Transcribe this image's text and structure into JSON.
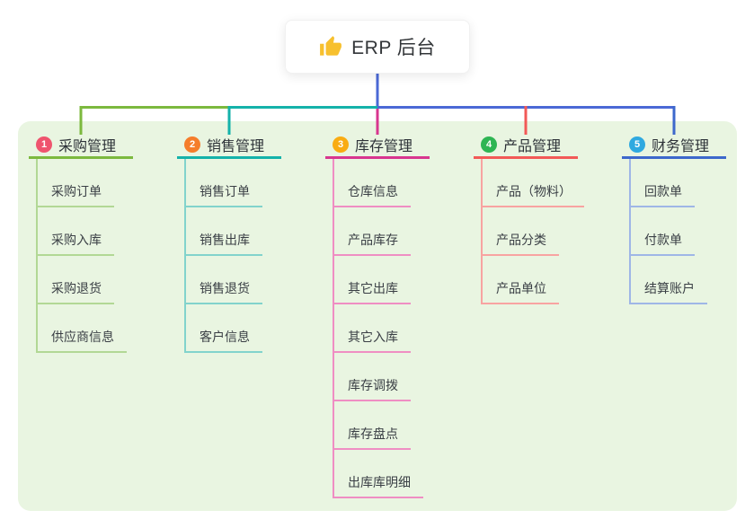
{
  "root_node": {
    "icon": "thumbs-up-icon",
    "label": "ERP 后台"
  },
  "canvas": {
    "page_bg": "#ffffff",
    "panel_bg": "#e9f5e1"
  },
  "connectors": {
    "root_color": "#4b69d6"
  },
  "branches": [
    {
      "number": "1",
      "title": "采购管理",
      "badge_color": "#ef546e",
      "line_color": "#7cb93e",
      "sub_line_color": "#b2d895",
      "items": [
        "采购订单",
        "采购入库",
        "采购退货",
        "供应商信息"
      ]
    },
    {
      "number": "2",
      "title": "销售管理",
      "badge_color": "#f57d2b",
      "line_color": "#14b2aa",
      "sub_line_color": "#82d3cc",
      "items": [
        "销售订单",
        "销售出库",
        "销售退货",
        "客户信息"
      ]
    },
    {
      "number": "3",
      "title": "库存管理",
      "badge_color": "#f9ac12",
      "line_color": "#d8368f",
      "sub_line_color": "#ef8ec3",
      "items": [
        "仓库信息",
        "产品库存",
        "其它出库",
        "其它入库",
        "库存调拨",
        "库存盘点",
        "出库库明细"
      ]
    },
    {
      "number": "4",
      "title": "产品管理",
      "badge_color": "#2eb553",
      "line_color": "#f25957",
      "sub_line_color": "#f8a3a1",
      "items": [
        "产品（物料）",
        "产品分类",
        "产品单位"
      ]
    },
    {
      "number": "5",
      "title": "财务管理",
      "badge_color": "#2fa9e0",
      "line_color": "#3d68cc",
      "sub_line_color": "#9fb6e6",
      "items": [
        "回款单",
        "付款单",
        "结算账户"
      ]
    }
  ]
}
